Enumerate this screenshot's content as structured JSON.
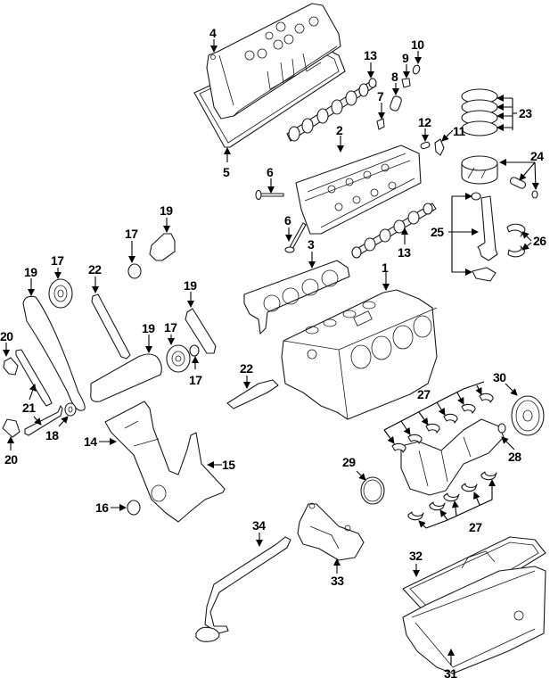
{
  "diagram": {
    "title": "Engine Parts Exploded View",
    "background": "#ffffff",
    "line_color": "#1a1a1a",
    "callouts": [
      {
        "id": "c1",
        "label": "1"
      },
      {
        "id": "c2",
        "label": "2"
      },
      {
        "id": "c3",
        "label": "3"
      },
      {
        "id": "c4",
        "label": "4"
      },
      {
        "id": "c5",
        "label": "5"
      },
      {
        "id": "c6a",
        "label": "6"
      },
      {
        "id": "c6b",
        "label": "6"
      },
      {
        "id": "c7",
        "label": "7"
      },
      {
        "id": "c8",
        "label": "8"
      },
      {
        "id": "c9",
        "label": "9"
      },
      {
        "id": "c10",
        "label": "10"
      },
      {
        "id": "c11",
        "label": "11"
      },
      {
        "id": "c12",
        "label": "12"
      },
      {
        "id": "c13a",
        "label": "13"
      },
      {
        "id": "c13b",
        "label": "13"
      },
      {
        "id": "c14",
        "label": "14"
      },
      {
        "id": "c15",
        "label": "15"
      },
      {
        "id": "c16",
        "label": "16"
      },
      {
        "id": "c17a",
        "label": "17"
      },
      {
        "id": "c17b",
        "label": "17"
      },
      {
        "id": "c17c",
        "label": "17"
      },
      {
        "id": "c17d",
        "label": "17"
      },
      {
        "id": "c18",
        "label": "18"
      },
      {
        "id": "c19a",
        "label": "19"
      },
      {
        "id": "c19b",
        "label": "19"
      },
      {
        "id": "c19c",
        "label": "19"
      },
      {
        "id": "c19d",
        "label": "19"
      },
      {
        "id": "c20a",
        "label": "20"
      },
      {
        "id": "c20b",
        "label": "20"
      },
      {
        "id": "c21",
        "label": "21"
      },
      {
        "id": "c22a",
        "label": "22"
      },
      {
        "id": "c22b",
        "label": "22"
      },
      {
        "id": "c23",
        "label": "23"
      },
      {
        "id": "c24",
        "label": "24"
      },
      {
        "id": "c25",
        "label": "25"
      },
      {
        "id": "c26",
        "label": "26"
      },
      {
        "id": "c27a",
        "label": "27"
      },
      {
        "id": "c27b",
        "label": "27"
      },
      {
        "id": "c28",
        "label": "28"
      },
      {
        "id": "c29",
        "label": "29"
      },
      {
        "id": "c30",
        "label": "30"
      },
      {
        "id": "c31",
        "label": "31"
      },
      {
        "id": "c32",
        "label": "32"
      },
      {
        "id": "c33",
        "label": "33"
      },
      {
        "id": "c34",
        "label": "34"
      }
    ],
    "parts": {
      "engine_block": "engine-block",
      "cylinder_head": "cylinder-head",
      "head_gasket": "head-gasket",
      "valve_cover": "valve-cover",
      "valve_cover_gasket": "valve-cover-gasket",
      "valve": "valve",
      "camshaft": "camshaft",
      "piston": "piston",
      "piston_rings": "piston-rings",
      "connecting_rod": "connecting-rod",
      "crankshaft": "crankshaft",
      "harmonic_balancer": "harmonic-balancer",
      "oil_pan": "oil-pan",
      "oil_pan_gasket": "oil-pan-gasket",
      "oil_pump": "oil-pump",
      "oil_pickup_tube": "oil-pickup-tube",
      "timing_cover": "timing-cover",
      "timing_chain": "timing-chain",
      "rear_main_seal": "rear-main-seal"
    }
  }
}
